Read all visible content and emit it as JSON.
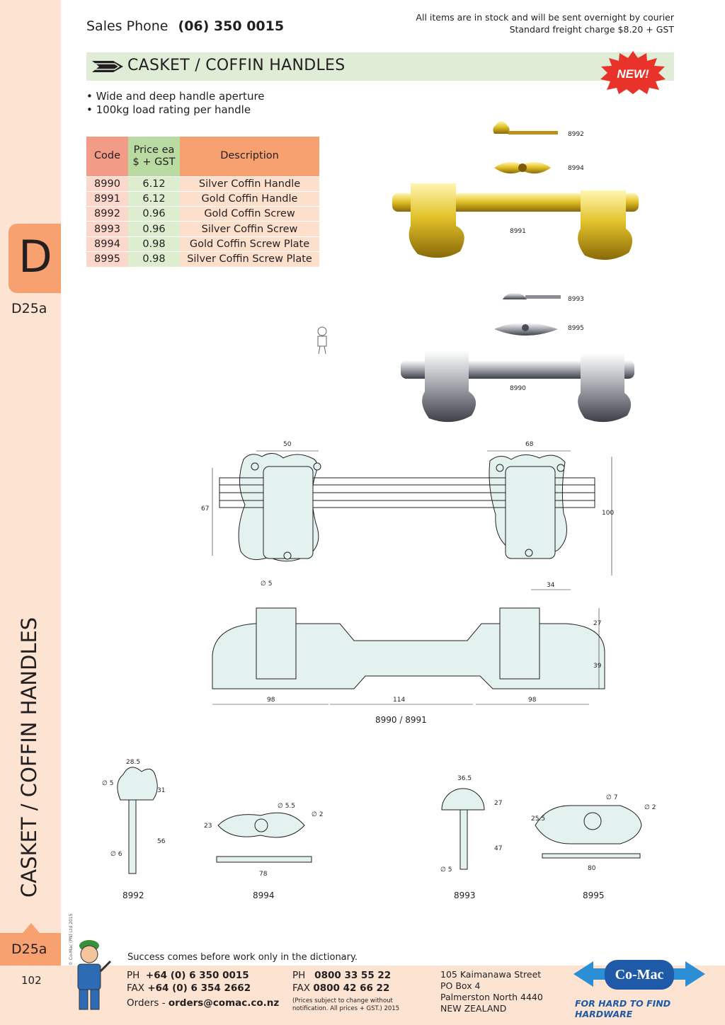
{
  "header": {
    "sales_label": "Sales Phone",
    "sales_phone": "(06) 350 0015",
    "stock_line1": "All items are in stock and will be sent overnight by courier",
    "stock_line2": "Standard freight charge $8.20 + GST"
  },
  "sidebar": {
    "section_letter": "D",
    "page_code": "D25a",
    "vertical_title": "CASKET / COFFIN HANDLES",
    "copyright": "© Co-Mac (PN) Ltd 2015",
    "page_number": "102"
  },
  "section": {
    "title": "CASKET / COFFIN HANDLES",
    "badge": "NEW!",
    "bullets": [
      "• Wide and deep handle aperture",
      "• 100kg load rating per handle"
    ]
  },
  "table": {
    "headers": [
      "Code",
      "Price ea",
      "$ + GST",
      "Description"
    ],
    "rows": [
      {
        "code": "8990",
        "price": "6.12",
        "desc": "Silver Coffin Handle"
      },
      {
        "code": "8991",
        "price": "6.12",
        "desc": "Gold Coffin Handle"
      },
      {
        "code": "8992",
        "price": "0.96",
        "desc": "Gold Coffin Screw"
      },
      {
        "code": "8993",
        "price": "0.96",
        "desc": "Silver Coffin Screw"
      },
      {
        "code": "8994",
        "price": "0.98",
        "desc": "Gold Coffin Screw Plate"
      },
      {
        "code": "8995",
        "price": "0.98",
        "desc": "Silver Coffin Screw Plate"
      }
    ]
  },
  "photos": {
    "p8992": "8992",
    "p8994": "8994",
    "p8991": "8991",
    "p8993": "8993",
    "p8995": "8995",
    "p8990": "8990"
  },
  "drawings": {
    "top_50": "50",
    "top_68": "68",
    "side_67": "67",
    "side_100": "100",
    "hole_5": "∅ 5",
    "dim_34": "34",
    "front_27": "27",
    "front_39": "39",
    "front_98a": "98",
    "front_114": "114",
    "front_98b": "98",
    "handle_caption": "8990 / 8991",
    "s8992_w": "28.5",
    "s8992_h1": "31",
    "s8992_h2": "56",
    "s8992_d5": "∅ 5",
    "s8992_d6": "∅ 6",
    "s8994_d55": "∅ 5.5",
    "s8994_d2": "∅ 2",
    "s8994_h": "23",
    "s8994_w": "78",
    "s8993_w": "36.5",
    "s8993_h1": "27",
    "s8993_h2": "47",
    "s8993_d5": "∅ 5",
    "s8995_d7": "∅ 7",
    "s8995_d2": "∅ 2",
    "s8995_h": "25.5",
    "s8995_w": "80",
    "cap_8992": "8992",
    "cap_8994": "8994",
    "cap_8993": "8993",
    "cap_8995": "8995"
  },
  "footer": {
    "tagline": "Success comes before work only in the dictionary.",
    "ph_label": "PH",
    "ph": "+64 (0) 6 350 0015",
    "fax_label": "FAX",
    "fax": "+64 (0) 6 354 2662",
    "orders_label": "Orders -",
    "orders": "orders@comac.co.nz",
    "ph2_label": "PH",
    "ph2": "0800 33 55 22",
    "fax2_label": "FAX",
    "fax2": "0800 42 66 22",
    "note1": "(Prices subject to change without",
    "note2": "notification. All prices + GST.)  2015",
    "addr1": "105 Kaimanawa Street",
    "addr2": "PO Box 4",
    "addr3": "Palmerston North 4440",
    "addr4": "NEW ZEALAND",
    "logo": "Co-Mac",
    "logo_tagline": "FOR HARD TO FIND HARDWARE"
  }
}
